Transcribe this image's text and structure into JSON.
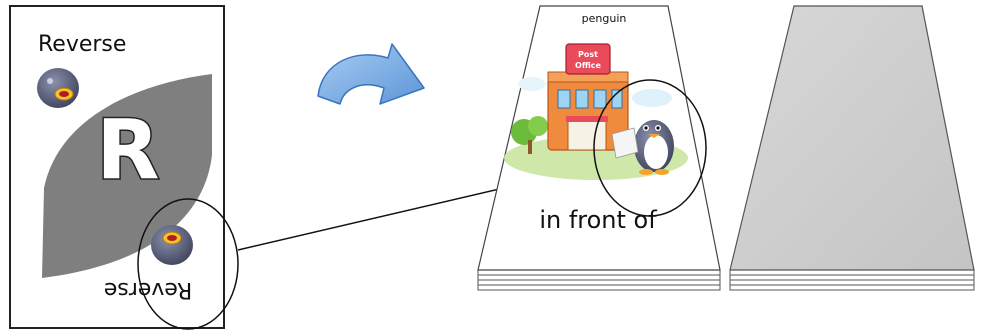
{
  "card": {
    "top_label": "Reverse",
    "bottom_label": "Reverse",
    "letter": "R"
  },
  "flashcard": {
    "title": "penguin",
    "sign_line1": "Post",
    "sign_line2": "Office",
    "caption": "in front of"
  },
  "colors": {
    "card_shape": "#7f7f7f",
    "arrow_fill": "#7fb0e6",
    "arrow_stroke": "#3a74c0",
    "penguin_body": "#555a74",
    "deck_gray": "#cfcfcf"
  }
}
